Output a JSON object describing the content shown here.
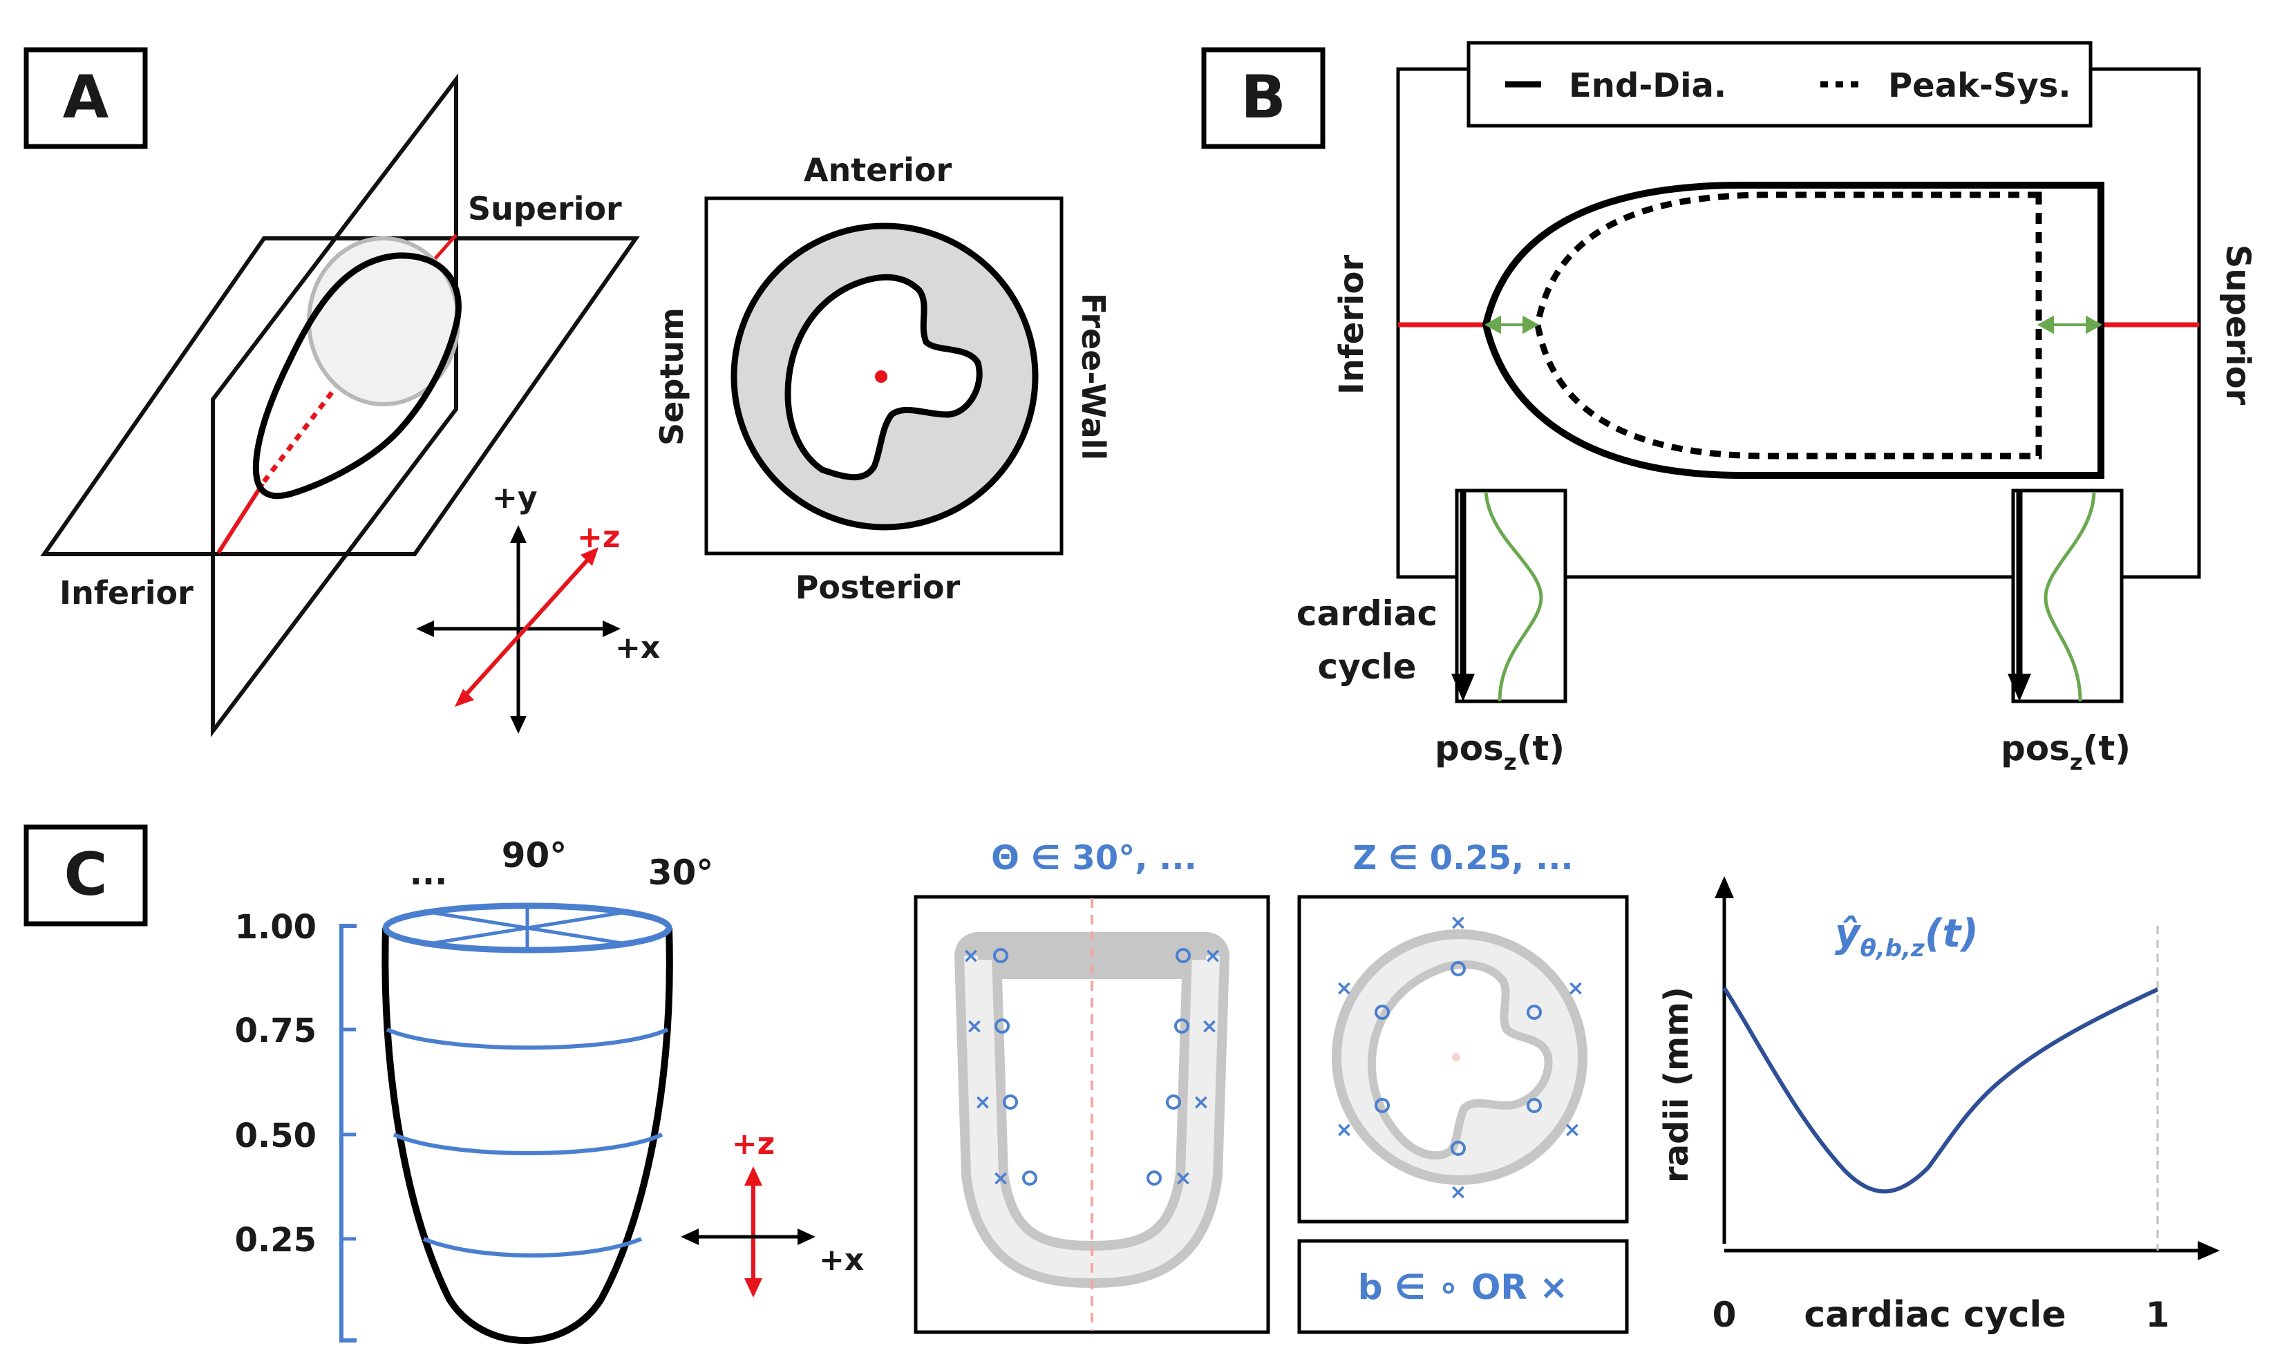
{
  "panels": {
    "a": {
      "letter": "A",
      "superior": "Superior",
      "inferior": "Inferior",
      "axis_y": "+y",
      "axis_z": "+z",
      "axis_x": "+x",
      "anterior": "Anterior",
      "posterior": "Posterior",
      "septum": "Septum",
      "free_wall": "Free-Wall"
    },
    "b": {
      "letter": "B",
      "legend_solid": "End-Dia.",
      "legend_dotted": "Peak-Sys.",
      "inferior": "Inferior",
      "superior": "Superior",
      "cardiac_line1": "cardiac",
      "cardiac_line2": "cycle",
      "pos_left": "pos",
      "pos_left_sub": "z",
      "pos_left_tail": "(t)",
      "pos_right": "pos",
      "pos_right_sub": "z",
      "pos_right_tail": "(t)"
    },
    "c": {
      "letter": "C",
      "angle_dots": "...",
      "angle_90": "90°",
      "angle_30": "30°",
      "z_ticks": [
        "1.00",
        "0.75",
        "0.50",
        "0.25"
      ],
      "axis_z": "+z",
      "axis_x": "+x",
      "theta_title": "Θ ∈ 30°, ...",
      "zset_title": "Z ∈ 0.25, ...",
      "b_set": "b ∈ ∘ OR ×",
      "plot_ylabel": "radii (mm)",
      "plot_xlabel": "cardiac cycle",
      "plot_x0": "0",
      "plot_x1": "1",
      "plot_curve_label": "ŷ",
      "plot_curve_sub": "θ,b,z",
      "plot_curve_tail": "(t)"
    }
  },
  "colors": {
    "axis_red": "#e8141b",
    "marker_blue": "#4a7fd0",
    "curve_navy": "#2e4f96",
    "green": "#6aa84f",
    "myocardium_gray": "#d9d9d9",
    "guide_gray": "#c0c0c0"
  }
}
